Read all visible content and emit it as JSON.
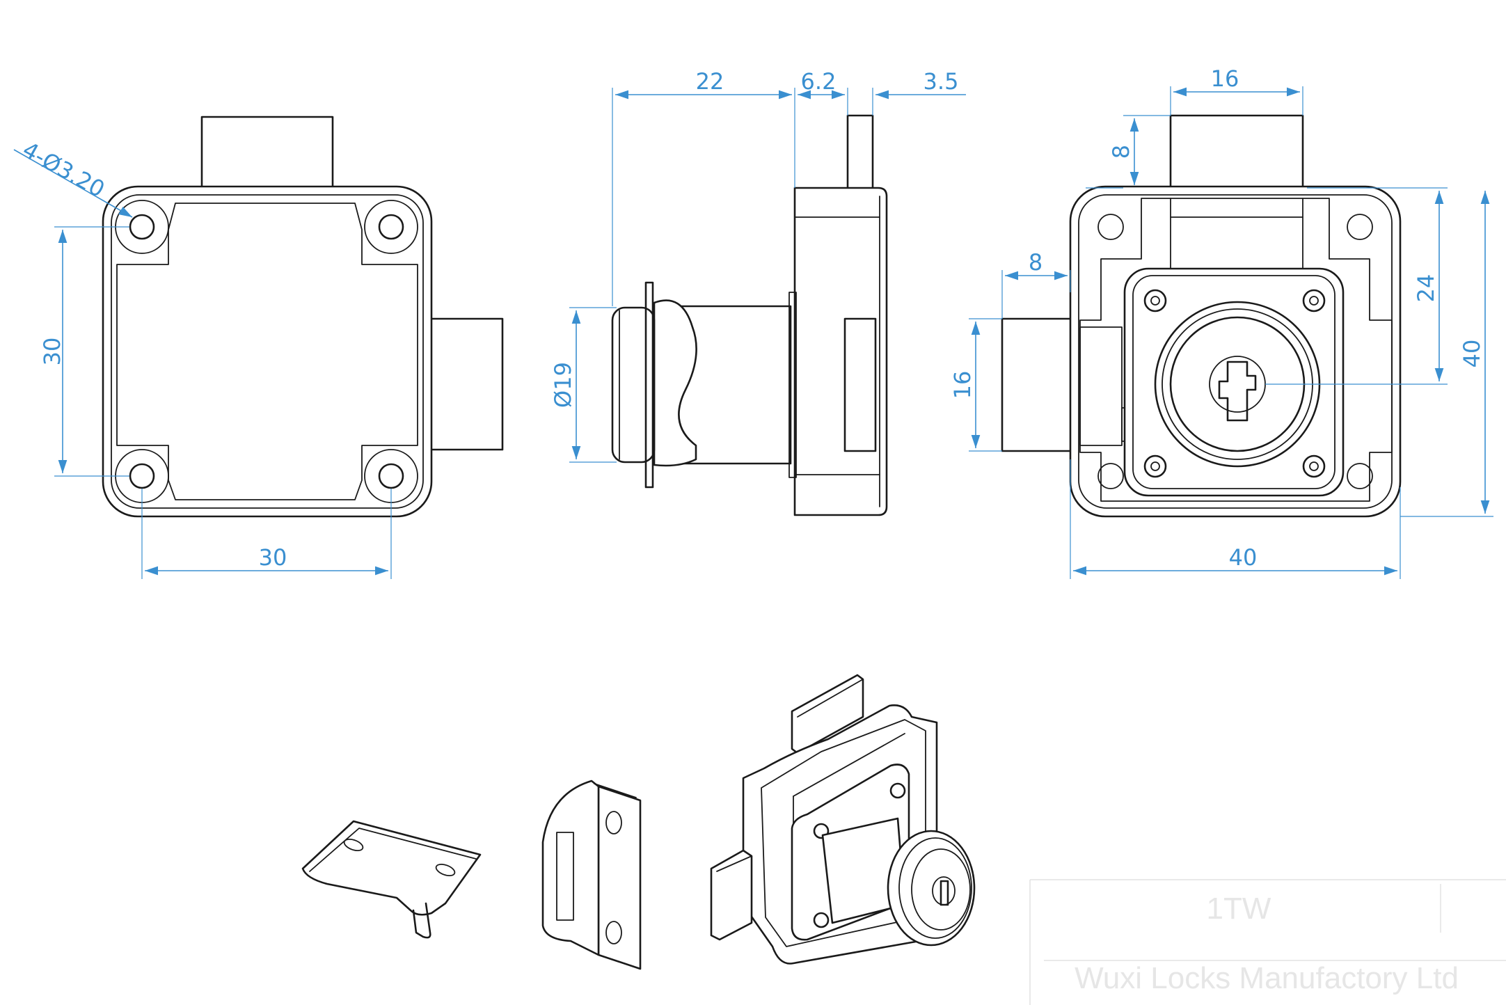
{
  "dimensions": {
    "front_holes": "4-Ø3.20",
    "front_height": "30",
    "front_width": "30",
    "side_depth": "22",
    "side_flange": "6.2",
    "side_bolt": "3.5",
    "side_cylinder_dia": "Ø19",
    "rear_bolt_width": "16",
    "rear_bolt_top": "8",
    "rear_bolt_side": "8",
    "rear_bolt_side_height": "16",
    "rear_height_center": "24",
    "rear_height": "40",
    "rear_width": "40"
  },
  "watermark": {
    "code": "1TW",
    "company": "Wuxi Locks Manufactory Ltd"
  },
  "colors": {
    "line": "#1a1a1a",
    "dimension": "#3a8fd0",
    "watermark": "#e6e6e6"
  }
}
